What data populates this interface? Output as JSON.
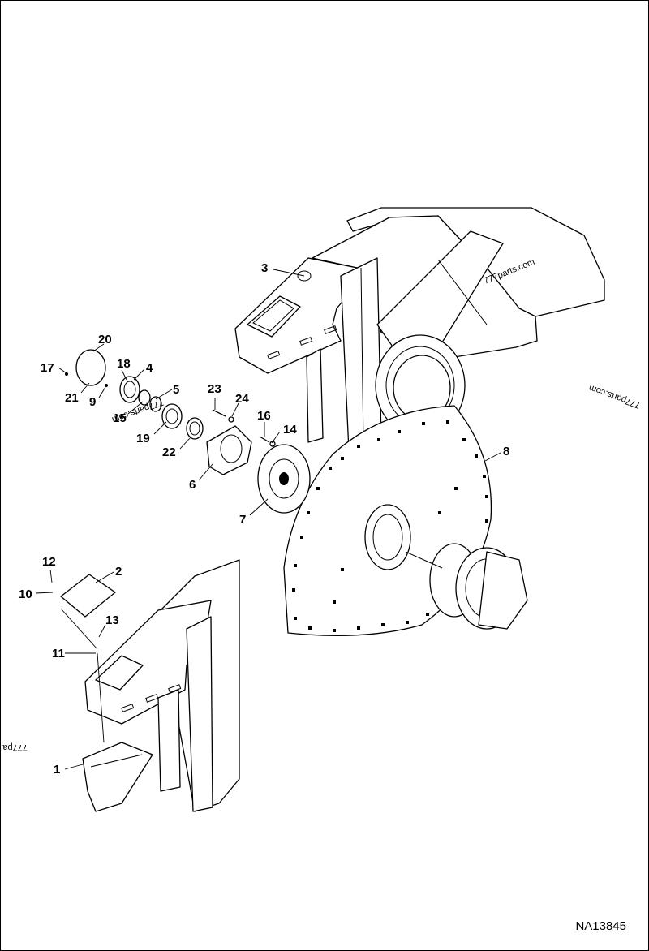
{
  "callouts": [
    {
      "label": "1"
    },
    {
      "label": "2"
    },
    {
      "label": "3"
    },
    {
      "label": "4"
    },
    {
      "label": "5"
    },
    {
      "label": "6"
    },
    {
      "label": "7"
    },
    {
      "label": "8"
    },
    {
      "label": "9"
    },
    {
      "label": "10"
    },
    {
      "label": "11"
    },
    {
      "label": "12"
    },
    {
      "label": "13"
    },
    {
      "label": "14"
    },
    {
      "label": "15"
    },
    {
      "label": "16"
    },
    {
      "label": "17"
    },
    {
      "label": "18"
    },
    {
      "label": "19"
    },
    {
      "label": "20"
    },
    {
      "label": "21"
    },
    {
      "label": "22"
    },
    {
      "label": "23"
    },
    {
      "label": "24"
    }
  ],
  "watermarks": [
    "777parts.com",
    "777parts.com",
    "777parts.com",
    "777pa"
  ],
  "reference_code": "NA13845"
}
